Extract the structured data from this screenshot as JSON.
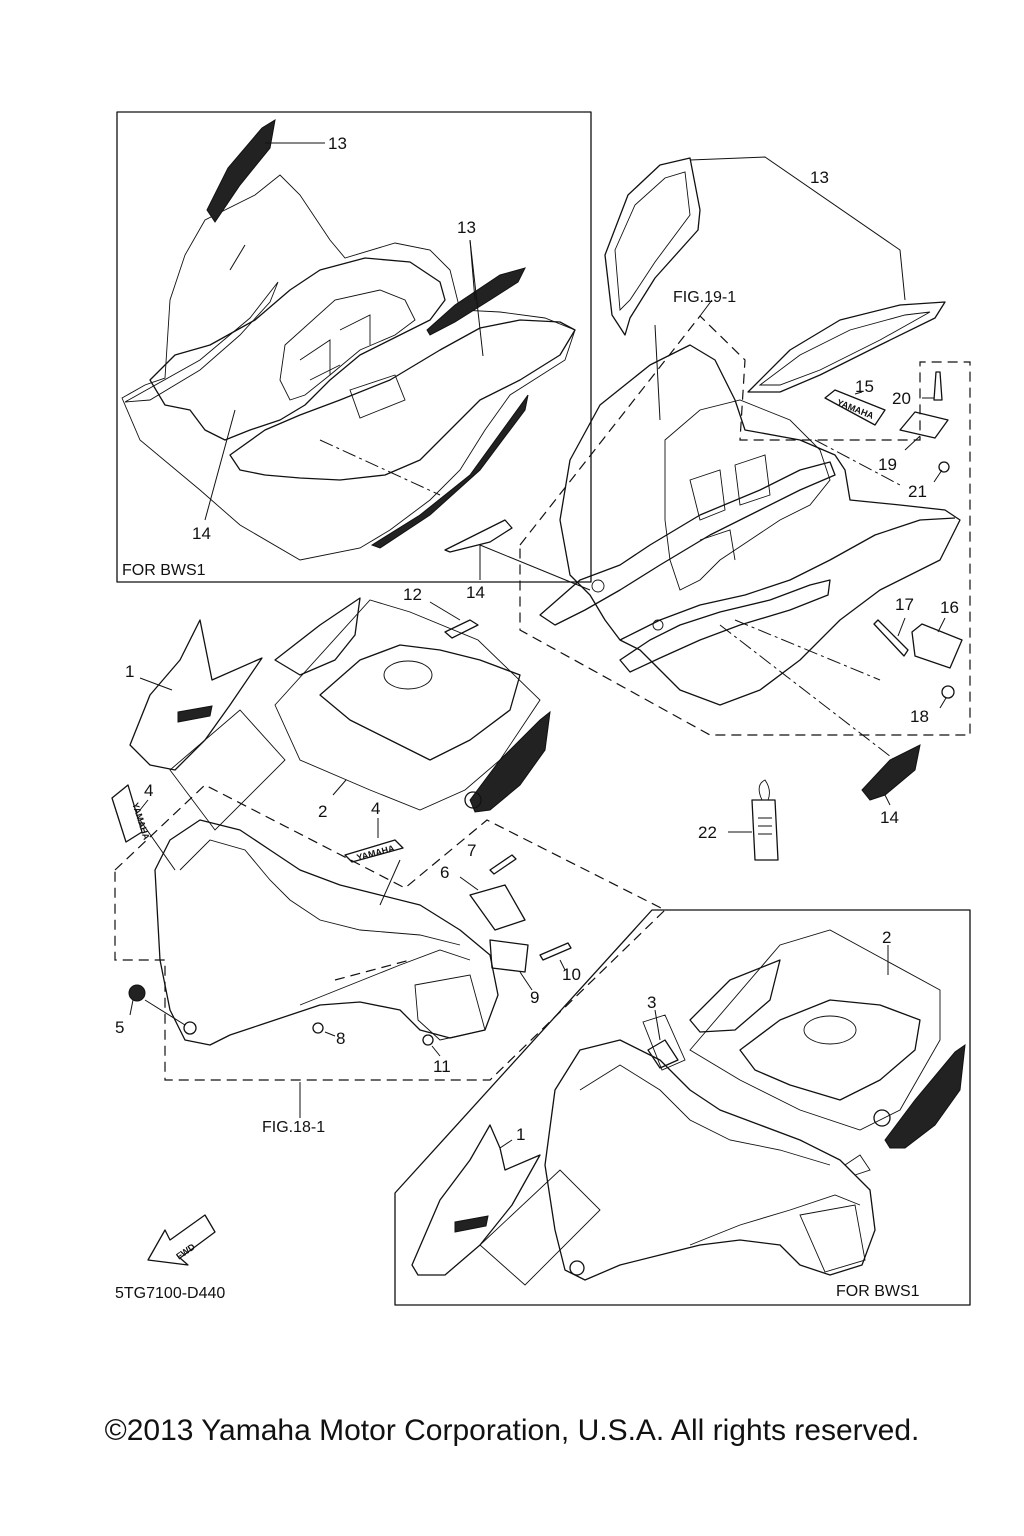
{
  "diagram": {
    "callouts": {
      "c1": "1",
      "c2": "2",
      "c3": "3",
      "c4": "4",
      "c5": "5",
      "c6": "6",
      "c7": "7",
      "c8": "8",
      "c9": "9",
      "c10": "10",
      "c11": "11",
      "c12": "12",
      "c13": "13",
      "c14": "14",
      "c15": "15",
      "c16": "16",
      "c17": "17",
      "c18": "18",
      "c19": "19",
      "c20": "20",
      "c21": "21",
      "c22": "22"
    },
    "captions": {
      "for_bws1_top": "FOR BWS1",
      "for_bws1_bottom": "FOR BWS1",
      "fig_19_1": "FIG.19-1",
      "fig_18_1": "FIG.18-1",
      "drawing_code": "5TG7100-D440"
    },
    "decal_text": {
      "yamaha": "YAMAHA",
      "fwd": "FWD"
    }
  },
  "footer": {
    "copyright": "©2013 Yamaha Motor Corporation, U.S.A. All rights reserved."
  }
}
